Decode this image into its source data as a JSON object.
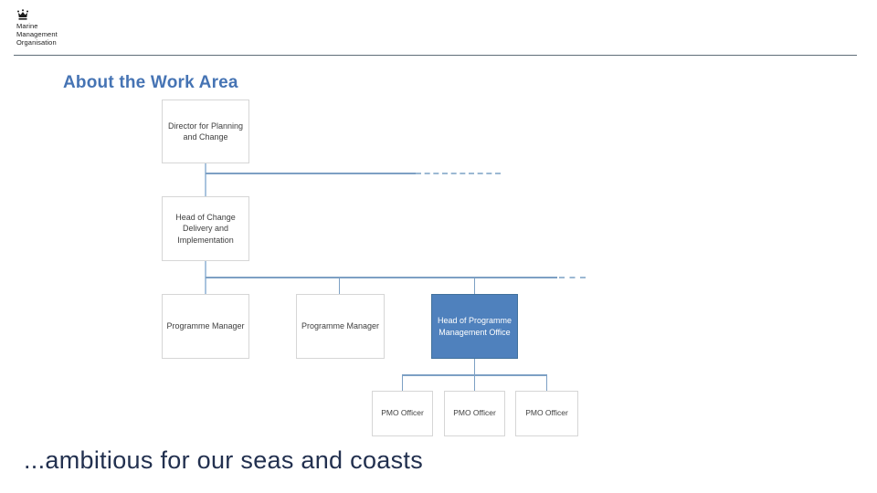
{
  "header": {
    "logo_lines": "Marine\nManagement\nOrganisation",
    "logo_icon": "royal-crest-icon",
    "rule_color": "#5f6d78"
  },
  "title": {
    "text": "About the Work Area",
    "color": "#4674b4"
  },
  "org_chart": {
    "type": "org-tree",
    "nodes": [
      {
        "id": "director",
        "label": "Director for Planning\nand Change",
        "variant": "plain",
        "reports_to": null
      },
      {
        "id": "head-change",
        "label": "Head of Change\nDelivery and\nImplementation",
        "variant": "plain",
        "reports_to": "director"
      },
      {
        "id": "pm-1",
        "label": "Programme Manager",
        "variant": "plain",
        "reports_to": "head-change"
      },
      {
        "id": "pm-2",
        "label": "Programme Manager",
        "variant": "plain",
        "reports_to": "head-change"
      },
      {
        "id": "hpmo",
        "label": "Head of Programme\nManagement Office",
        "variant": "filled",
        "reports_to": "head-change"
      },
      {
        "id": "pmo-1",
        "label": "PMO Officer",
        "variant": "plain",
        "reports_to": "hpmo"
      },
      {
        "id": "pmo-2",
        "label": "PMO Officer",
        "variant": "plain",
        "reports_to": "hpmo"
      },
      {
        "id": "pmo-3",
        "label": "PMO Officer",
        "variant": "plain",
        "reports_to": "hpmo"
      }
    ],
    "colors": {
      "filled_box_bg": "#4f81bd",
      "filled_box_text": "#ffffff",
      "plain_box_border": "#d6d6d6",
      "connector_solid": "#7da0c4",
      "connector_wide": "#a9c4de",
      "connector_dashed": "#9bb8d3"
    }
  },
  "footer": {
    "tagline": "...ambitious for our seas and coasts",
    "color": "#22304f"
  }
}
